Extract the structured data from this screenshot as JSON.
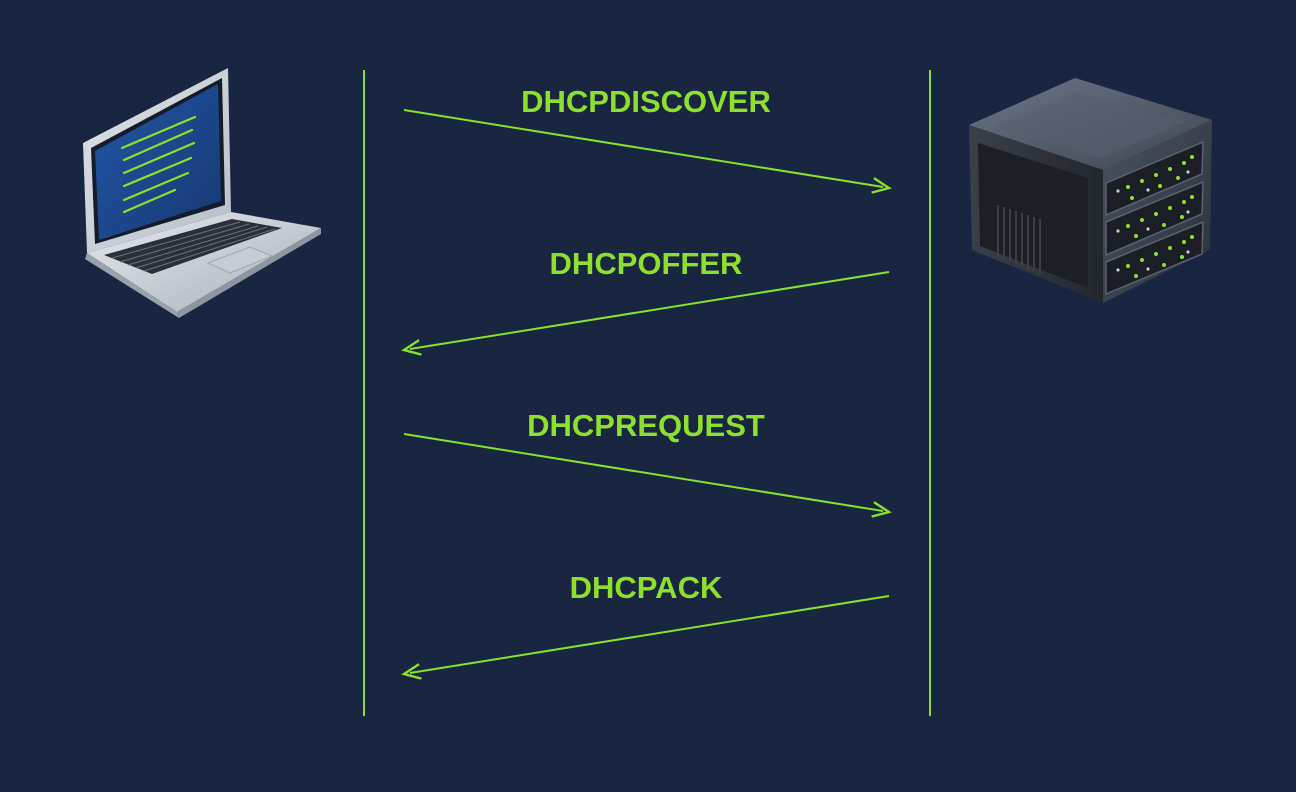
{
  "colors": {
    "background": "#1a2640",
    "accent": "#8de02c",
    "laptop_screen": "#1e4a8c",
    "server_body": "#2b303a"
  },
  "client": {
    "icon": "laptop-icon"
  },
  "server": {
    "icon": "server-icon"
  },
  "messages": [
    {
      "label": "DHCPDISCOVER",
      "direction": "client-to-server"
    },
    {
      "label": "DHCPOFFER",
      "direction": "server-to-client"
    },
    {
      "label": "DHCPREQUEST",
      "direction": "client-to-server"
    },
    {
      "label": "DHCPACK",
      "direction": "server-to-client"
    }
  ]
}
